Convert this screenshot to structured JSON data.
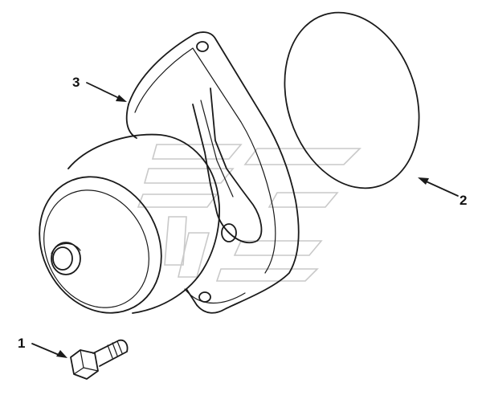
{
  "callouts": [
    {
      "id": "1",
      "label": "1"
    },
    {
      "id": "2",
      "label": "2"
    },
    {
      "id": "3",
      "label": "3"
    }
  ],
  "colors": {
    "ink": "#1a1a1a",
    "watermark": "#c9c9c9",
    "background": "#ffffff"
  }
}
